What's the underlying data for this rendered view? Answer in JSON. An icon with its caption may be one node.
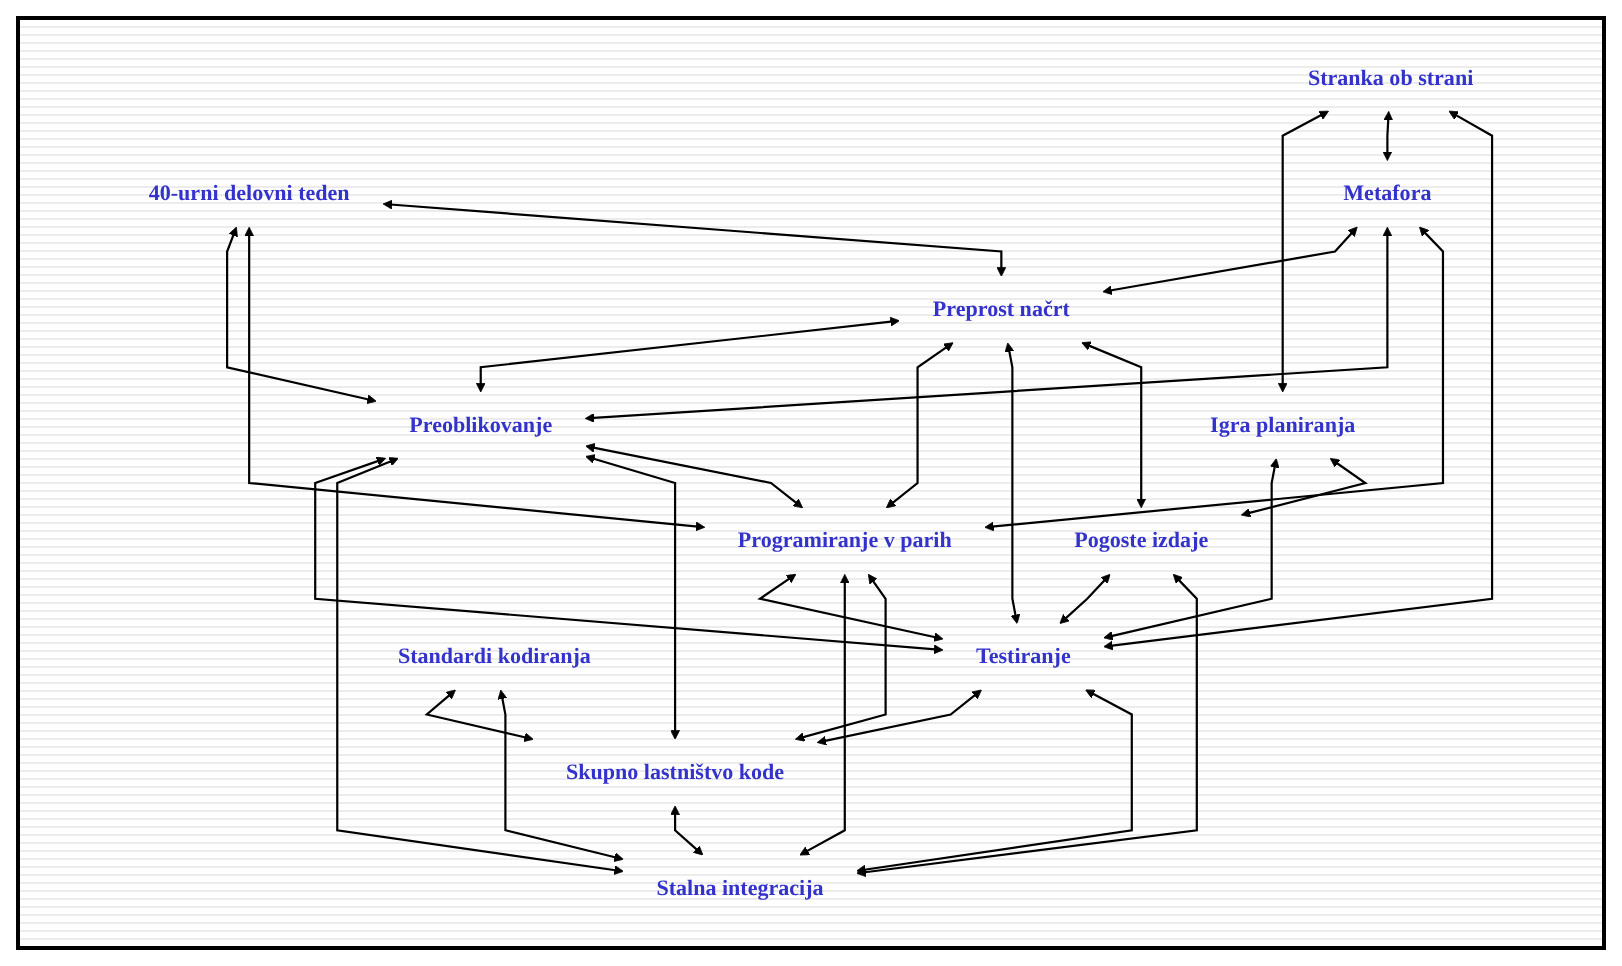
{
  "diagram": {
    "nodes": [
      {
        "text": [
          "Stranka ob strani"
        ]
      },
      {
        "text": [
          "Igra planiranja"
        ]
      },
      {
        "text": [
          "40-urni delovni teden"
        ]
      },
      {
        "text": [
          "Metafora"
        ]
      },
      {
        "text": [
          "Preprost načrt"
        ]
      },
      {
        "text": [
          "Preoblikovanje"
        ]
      },
      {
        "text": [
          "Pogoste izdaje"
        ]
      },
      {
        "text": [
          "Programiranje v parih"
        ]
      },
      {
        "text": [
          "Testiranje"
        ]
      },
      {
        "text": [
          "Standardi kodiranja"
        ]
      },
      {
        "text": [
          "Skupno lastništvo kode"
        ]
      },
      {
        "text": [
          "Stalna integracija"
        ]
      }
    ],
    "edges": [
      {
        "from": 0,
        "to": 1,
        "arrow": "both"
      },
      {
        "from": 0,
        "to": 3,
        "arrow": "both"
      },
      {
        "from": 0,
        "to": 8,
        "arrow": "both"
      },
      {
        "from": 3,
        "to": 4,
        "arrow": "both"
      },
      {
        "from": 3,
        "to": 5,
        "arrow": "both"
      },
      {
        "from": 3,
        "to": 7,
        "arrow": "both"
      },
      {
        "from": 2,
        "to": 5,
        "arrow": "both"
      },
      {
        "from": 2,
        "to": 7,
        "arrow": "both"
      },
      {
        "from": 2,
        "to": 4,
        "arrow": "both"
      },
      {
        "from": 4,
        "to": 5,
        "arrow": "both"
      },
      {
        "from": 4,
        "to": 7,
        "arrow": "both"
      },
      {
        "from": 4,
        "to": 8,
        "arrow": "both"
      },
      {
        "from": 4,
        "to": 6,
        "arrow": "both"
      },
      {
        "from": 1,
        "to": 8,
        "arrow": "both"
      },
      {
        "from": 1,
        "to": 6,
        "arrow": "both"
      },
      {
        "from": 5,
        "to": 8,
        "arrow": "both"
      },
      {
        "from": 5,
        "to": 11,
        "arrow": "both"
      },
      {
        "from": 5,
        "to": 10,
        "arrow": "both"
      },
      {
        "from": 5,
        "to": 7,
        "arrow": "both"
      },
      {
        "from": 6,
        "to": 8,
        "arrow": "both"
      },
      {
        "from": 6,
        "to": 11,
        "arrow": "both"
      },
      {
        "from": 7,
        "to": 8,
        "arrow": "both"
      },
      {
        "from": 7,
        "to": 11,
        "arrow": "both"
      },
      {
        "from": 7,
        "to": 10,
        "arrow": "both"
      },
      {
        "from": 8,
        "to": 10,
        "arrow": "both"
      },
      {
        "from": 8,
        "to": 11,
        "arrow": "both"
      },
      {
        "from": 9,
        "to": 10,
        "arrow": "both"
      },
      {
        "from": 9,
        "to": 11,
        "arrow": "both"
      },
      {
        "from": 10,
        "to": 11,
        "arrow": "both"
      }
    ]
  }
}
